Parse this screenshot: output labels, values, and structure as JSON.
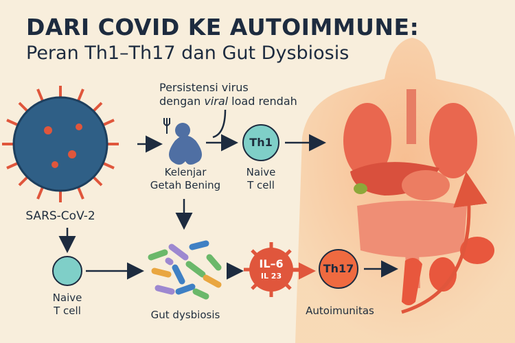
{
  "title": {
    "line1": "DARI COVID KE AUTOIMMUNE:",
    "line2": "Peran Th1–Th17 dan Gut Dysbiosis"
  },
  "annotation": {
    "line1": "Persistensi virus",
    "line2_prefix": "dengan ",
    "line2_italic": "viral",
    "line2_suffix": " load rendah"
  },
  "nodes": {
    "virus": "SARS-CoV-2",
    "lymph_node_line1": "Kelenjar",
    "lymph_node_line2": "Getah Bening",
    "th1_circle": "Th1",
    "th1_label_line1": "Naive",
    "th1_label_line2": "T cell",
    "naive_label_line1": "Naive",
    "naive_label_line2": "T cell",
    "gut": "Gut dysbiosis",
    "il6": "IL–6",
    "il23": "IL 23",
    "th17": "Th17",
    "autoimmunity": "Autoimunitas"
  },
  "colors": {
    "background": "#f8eedc",
    "navy": "#1d2b3f",
    "virus_blue": "#2f5f86",
    "spike_red": "#e0563c",
    "teal": "#7fcfc8",
    "orange": "#ef6a40",
    "body": "#f6b785"
  }
}
